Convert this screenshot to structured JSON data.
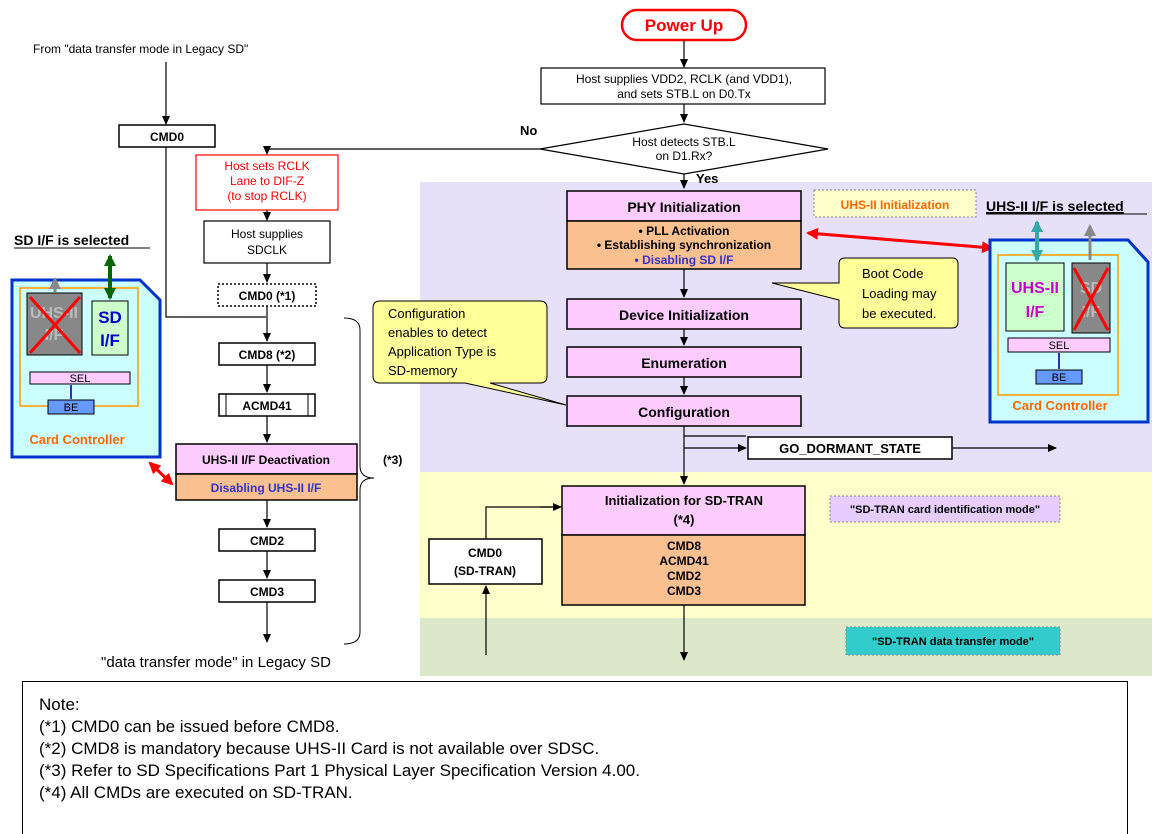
{
  "power_up": "Power Up",
  "from_legacy": "From \"data transfer mode in Legacy SD\"",
  "host_supplies_vdd2": [
    "Host supplies VDD2, RCLK (and VDD1),",
    "and sets STB.L on D0.Tx"
  ],
  "decision": [
    "Host detects STB.L",
    "on D1.Rx?"
  ],
  "no_label": "No",
  "yes_label": "Yes",
  "cmd0": "CMD0",
  "host_sets_rclk": [
    "Host sets RCLK",
    "Lane to DIF-Z",
    "(to stop RCLK)"
  ],
  "host_supplies_sdclk": [
    "Host supplies",
    "SDCLK"
  ],
  "cmd0_star1": "CMD0 (*1)",
  "cmd8_star2": "CMD8 (*2)",
  "acmd41": "ACMD41",
  "uhs_deactivation": "UHS-II I/F Deactivation",
  "disabling_uhs": "Disabling UHS-II I/F",
  "cmd2": "CMD2",
  "cmd3": "CMD3",
  "star3": "(*3)",
  "data_transfer_legacy": "\"data transfer mode\" in Legacy SD",
  "phy_init": "PHY Initialization",
  "phy_items": [
    "• PLL Activation",
    "• Establishing synchronization"
  ],
  "phy_disable": "• Disabling SD I/F",
  "uhs_init_label": "UHS-II Initialization",
  "uhs_selected": "UHS-II I/F is selected",
  "sd_selected": "SD I/F is selected",
  "boot_code": [
    "Boot Code",
    "Loading may",
    "be executed."
  ],
  "config_note": [
    "Configuration",
    "enables to detect",
    "Application Type is",
    "SD-memory"
  ],
  "device_init": "Device Initialization",
  "enumeration": "Enumeration",
  "configuration": "Configuration",
  "go_dormant": "GO_DORMANT_STATE",
  "init_sdtran": [
    "Initialization for SD-TRAN",
    "(*4)"
  ],
  "sdtran_cmds": [
    "CMD8",
    "ACMD41",
    "CMD2",
    "CMD3"
  ],
  "cmd0_sdtran": [
    "CMD0",
    "(SD-TRAN)"
  ],
  "sdtran_ident": "\"SD-TRAN card identification mode\"",
  "sdtran_transfer": "\"SD-TRAN data transfer mode\"",
  "card_left": {
    "uhs": [
      "UHS-II",
      "I/F"
    ],
    "sd": [
      "SD",
      "I/F"
    ],
    "sel": "SEL",
    "be": "BE",
    "controller": "Card Controller"
  },
  "card_right": {
    "uhs": [
      "UHS-II",
      "I/F"
    ],
    "sd": [
      "SD",
      "I/F"
    ],
    "sel": "SEL",
    "be": "BE",
    "controller": "Card Controller"
  },
  "note": {
    "title": "Note:",
    "lines": [
      "(*1) CMD0 can be issued before CMD8.",
      "(*2) CMD8 is mandatory because UHS-II Card is not available over SDSC.",
      "(*3) Refer to SD Specifications Part 1 Physical Layer Specification Version 4.00.",
      "(*4) All CMDs are executed on SD-TRAN."
    ]
  },
  "colors": {
    "pink": "#ffccff",
    "orange": "#fac090",
    "lavender": "#e6e0f8",
    "cream": "#ffffcc",
    "sage": "#dde8cb",
    "red": "#ff0000",
    "blue": "#3333cc",
    "teal": "#33cccc",
    "card_bg": "#ccffff"
  }
}
